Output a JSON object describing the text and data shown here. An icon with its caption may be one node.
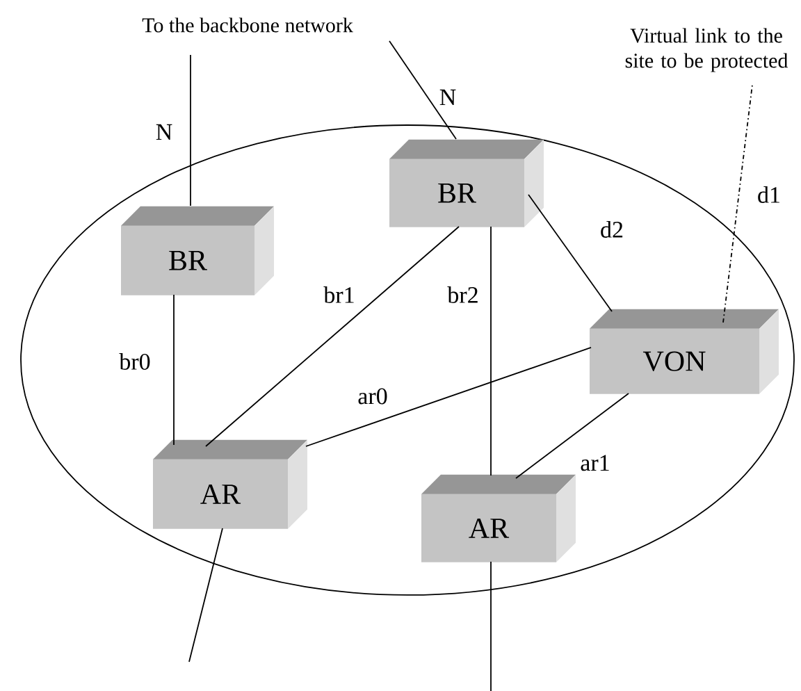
{
  "diagram": {
    "nodes": [
      {
        "text": [
          "To the backbone network"
        ]
      },
      {
        "text": [
          "Virtual link to the site to be protected"
        ]
      },
      {
        "text": [],
        "shape": "ellipse"
      },
      {
        "text": [
          "BR"
        ],
        "in": 2
      },
      {
        "text": [
          "BR"
        ],
        "in": 2
      },
      {
        "text": [
          "VON"
        ],
        "in": 2
      },
      {
        "text": [
          "AR"
        ],
        "in": 2
      },
      {
        "text": [
          "AR"
        ],
        "in": 2
      }
    ],
    "edges": [
      {
        "from": 3,
        "to": 0,
        "arrow": "none",
        "label": "N"
      },
      {
        "from": 4,
        "to": 0,
        "arrow": "none",
        "label": "N"
      },
      {
        "from": 5,
        "to": 1,
        "arrow": "none",
        "label": "d1",
        "style": "dashed"
      },
      {
        "from": 3,
        "to": 6,
        "arrow": "none",
        "label": "br0"
      },
      {
        "from": 4,
        "to": 6,
        "arrow": "none",
        "label": "br1"
      },
      {
        "from": 4,
        "to": 7,
        "arrow": "none",
        "label": "br2"
      },
      {
        "from": 4,
        "to": 5,
        "arrow": "none",
        "label": "d2"
      },
      {
        "from": 6,
        "to": 5,
        "arrow": "none",
        "label": "ar0"
      },
      {
        "from": 5,
        "to": 7,
        "arrow": "none",
        "label": "ar1"
      },
      {
        "from": 6,
        "to": null,
        "arrow": "none"
      },
      {
        "from": 7,
        "to": null,
        "arrow": "none"
      }
    ]
  }
}
